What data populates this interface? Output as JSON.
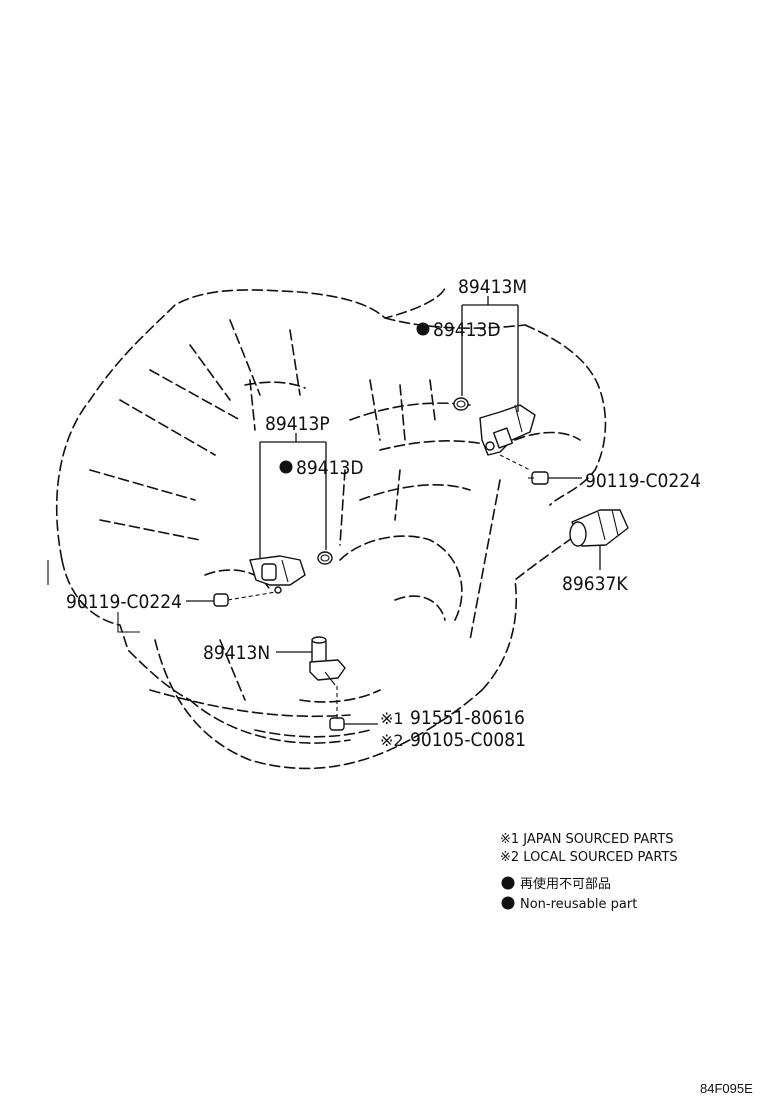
{
  "callouts": {
    "p89413M": "89413M",
    "p89413D_top": "89413D",
    "p89413P": "89413P",
    "p89413D_mid": "89413D",
    "p90119_right": "90119-C0224",
    "p89637K": "89637K",
    "p90119_left": "90119-C0224",
    "p89413N": "89413N",
    "p91551": "91551-80616",
    "p90105": "90105-C0081",
    "mark1": "※1",
    "mark2": "※2"
  },
  "legend": {
    "note1": "※1  JAPAN SOURCED PARTS",
    "note2": "※2  LOCAL SOURCED PARTS",
    "nonreusable_jp": "再使用不可部品",
    "nonreusable_en": "Non-reusable part"
  },
  "diagram_code": "84F095E",
  "colors": {
    "ink": "#111111",
    "paper": "#ffffff"
  },
  "icons": [
    "bullet-dot-icon"
  ]
}
